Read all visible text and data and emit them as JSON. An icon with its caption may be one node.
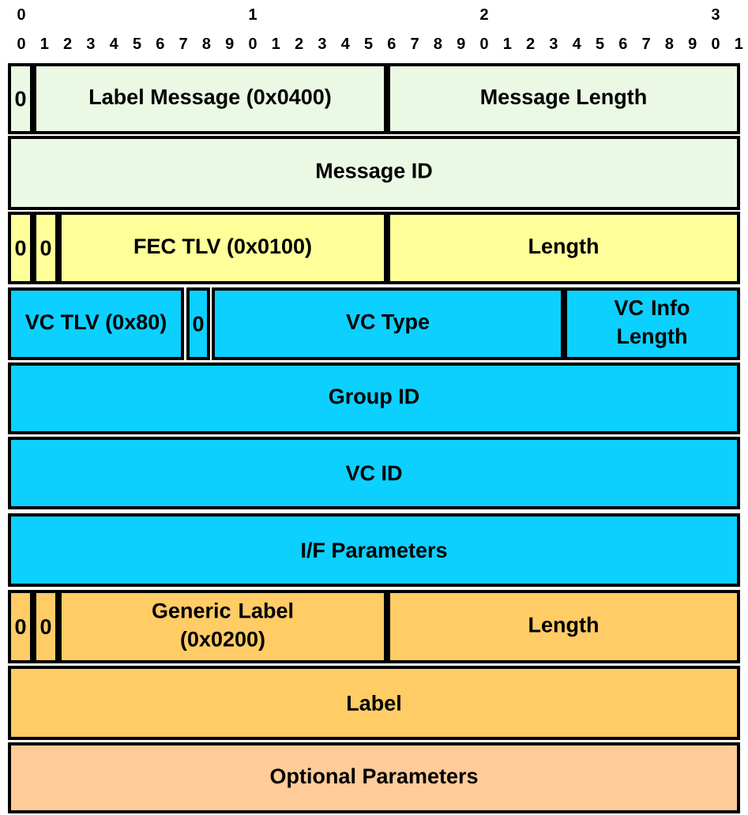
{
  "diagram": {
    "nodes": [
      {
        "text": [
          "0"
        ]
      },
      {
        "text": [
          "Label Message (0x0400)"
        ]
      },
      {
        "text": [
          "Message Length"
        ]
      },
      {
        "text": [
          "Message ID"
        ]
      },
      {
        "text": [
          "0"
        ]
      },
      {
        "text": [
          "0"
        ]
      },
      {
        "text": [
          "FEC TLV (0x0100)"
        ]
      },
      {
        "text": [
          "Length"
        ]
      },
      {
        "text": [
          "VC TLV (0x80)"
        ]
      },
      {
        "text": [
          "0"
        ]
      },
      {
        "text": [
          "VC Type"
        ]
      },
      {
        "text": [
          "VC Info Length"
        ]
      },
      {
        "text": [
          "Group ID"
        ]
      },
      {
        "text": [
          "VC ID"
        ]
      },
      {
        "text": [
          "I/F Parameters"
        ]
      },
      {
        "text": [
          "0"
        ]
      },
      {
        "text": [
          "0"
        ]
      },
      {
        "text": [
          "Generic Label (0x0200)"
        ]
      },
      {
        "text": [
          "Length"
        ]
      },
      {
        "text": [
          "Label"
        ]
      },
      {
        "text": [
          "Optional Parameters"
        ]
      }
    ],
    "labels": [
      "0",
      "1",
      "2",
      "3",
      "0",
      "1",
      "2",
      "3",
      "4",
      "5",
      "6",
      "7",
      "8",
      "9",
      "0",
      "1",
      "2",
      "3",
      "4",
      "5",
      "6",
      "7",
      "8",
      "9",
      "0",
      "1",
      "2",
      "3",
      "4",
      "5",
      "6",
      "7",
      "8",
      "9",
      "0",
      "1"
    ]
  }
}
